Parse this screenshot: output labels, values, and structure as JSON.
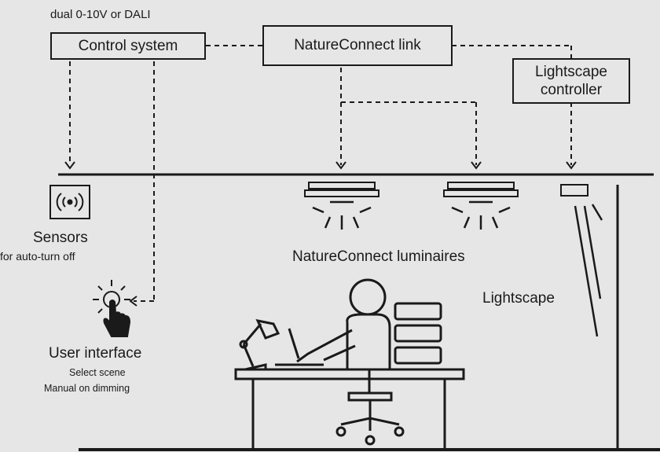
{
  "top_note": "dual 0-10V or DALI",
  "boxes": {
    "control_system": "Control system",
    "natureconnect_link": "NatureConnect link",
    "lightscape_controller_line1": "Lightscape",
    "lightscape_controller_line2": "controller"
  },
  "sensors": {
    "title": "Sensors",
    "subtitle": "for auto-turn off"
  },
  "luminaires_label": "NatureConnect luminaires",
  "lightscape_label": "Lightscape",
  "user_interface": {
    "title": "User interface",
    "line1": "Select scene",
    "line2": "Manual on dimming"
  },
  "icons": [
    "sensor-icon",
    "touch-hand-icon",
    "luminaire-icon",
    "lightscape-fixture-icon",
    "person-at-desk-icon"
  ],
  "colors": {
    "background": "#e6e6e6",
    "ink": "#1a1a1a"
  }
}
